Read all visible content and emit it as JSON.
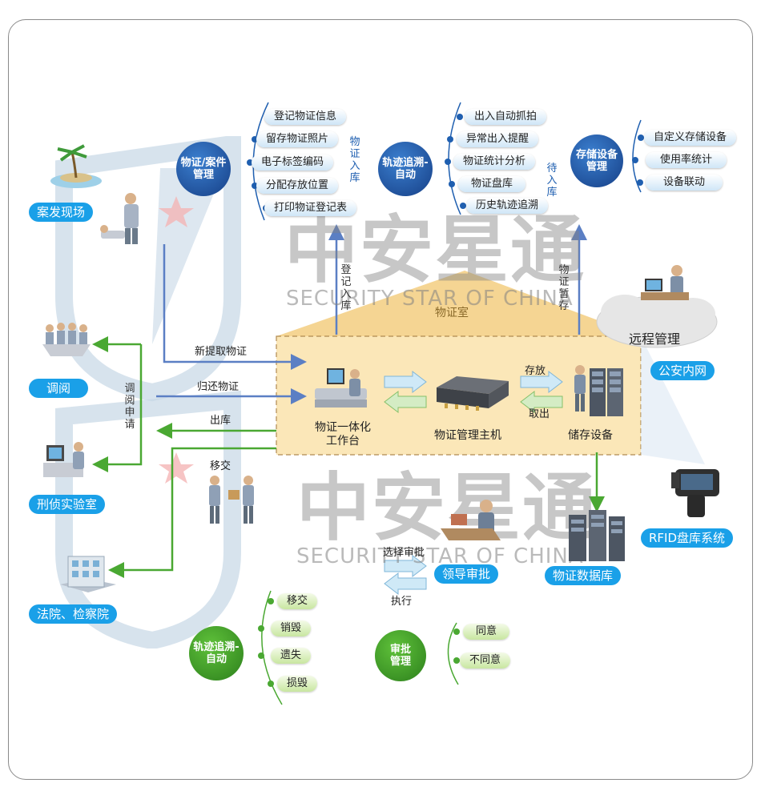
{
  "watermark": {
    "cn": "中安星通",
    "en": "SECURITY STAR OF CHINA"
  },
  "left_nodes": {
    "scene": "案发现场",
    "review": "调阅",
    "lab": "刑侦实验室",
    "court": "法院、检察院"
  },
  "evidence_room": "物证室",
  "devices": {
    "workstation": "物证一体化\n工作台",
    "host": "物证管理主机",
    "storage": "储存设备"
  },
  "arrows": {
    "new_extract": "新提取物证",
    "return": "归还物证",
    "out": "出库",
    "transfer": "移交",
    "review_apply": "调阅申请",
    "register_in": "登记入库",
    "temp_store": "物证暂存",
    "store": "存放",
    "take": "取出",
    "select_approve": "选择审批",
    "execute": "执行"
  },
  "circles": {
    "case_mgmt": "物证/案件\n管理",
    "track_auto_top": "轨迹追溯-\n自动",
    "storage_mgmt": "存储设备\n管理",
    "track_auto_bottom": "轨迹追溯-\n自动",
    "approval_mgmt": "审批\n管理"
  },
  "case_items": [
    "登记物证信息",
    "留存物证照片",
    "电子标签编码",
    "分配存放位置",
    "打印物证登记表"
  ],
  "case_vertical": "物证入库",
  "track_items": [
    "出入自动抓拍",
    "异常出入提醒",
    "物证统计分析",
    "物证盘库",
    "历史轨迹追溯"
  ],
  "track_vertical": "待入库",
  "storage_items": [
    "自定义存储设备",
    "使用率统计",
    "设备联动"
  ],
  "right_nodes": {
    "remote": "远程管理",
    "police_net": "公安内网",
    "rfid": "RFID盘库系统",
    "database": "物证数据库",
    "leader": "领导审批"
  },
  "bottom_track_items": [
    "移交",
    "销毁",
    "遗失",
    "损毁"
  ],
  "approval_items": [
    "同意",
    "不同意"
  ],
  "colors": {
    "blue_arrow": "#5b7fc4",
    "green_arrow": "#4aa832",
    "label_blue": "#1aa0e8",
    "room_fill": "#fbe7b8"
  }
}
